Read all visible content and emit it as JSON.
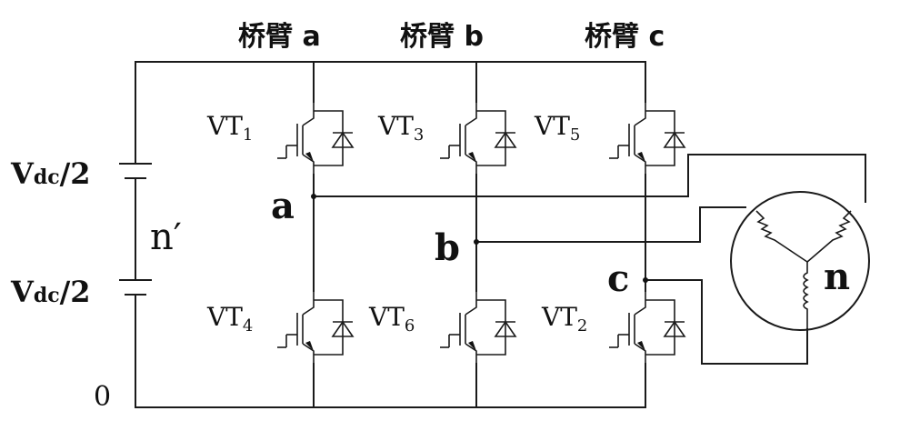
{
  "arms": [
    {
      "label": "桥臂 a"
    },
    {
      "label": "桥臂 b"
    },
    {
      "label": "桥臂 c"
    }
  ],
  "sources": {
    "top": {
      "main": "V",
      "sub": "dc",
      "rest": "/2"
    },
    "bottom": {
      "main": "V",
      "sub": "dc",
      "rest": "/2"
    },
    "midpoint": "n′",
    "ground": "0"
  },
  "nodes": {
    "a": "a",
    "b": "b",
    "c": "c",
    "neutral": "n"
  },
  "switches": [
    {
      "main": "VT",
      "sub": "1"
    },
    {
      "main": "VT",
      "sub": "3"
    },
    {
      "main": "VT",
      "sub": "5"
    },
    {
      "main": "VT",
      "sub": "4"
    },
    {
      "main": "VT",
      "sub": "6"
    },
    {
      "main": "VT",
      "sub": "2"
    }
  ]
}
